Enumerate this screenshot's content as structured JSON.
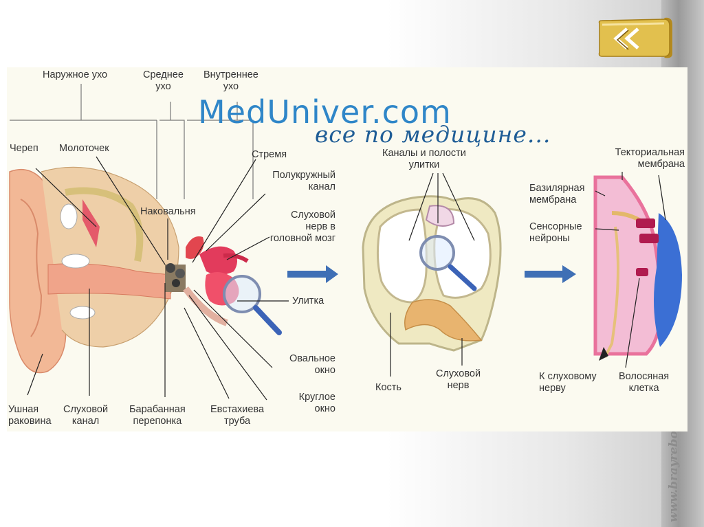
{
  "site": {
    "title": "MedUniver.com",
    "tagline": "все по медицине..."
  },
  "labels": {
    "outer_ear": "Наружное ухо",
    "middle_ear": "Среднее\nухо",
    "inner_ear": "Внутреннее\nухо",
    "skull": "Череп",
    "hammer": "Молоточек",
    "stirrup": "Стремя",
    "semicircular_canal": "Полукружный\nканал",
    "anvil": "Наковальня",
    "auditory_nerve_brain": "Слуховой\nнерв в\nголовной мозг",
    "cochlea": "Улитка",
    "oval_window": "Овальное\nокно",
    "round_window": "Круглое\nокно",
    "auricle": "Ушная\nраковина",
    "ear_canal": "Слуховой\nканал",
    "eardrum": "Барабанная\nперепонка",
    "eustachian_tube": "Евстахиева\nтруба",
    "cochlea_canals": "Каналы и полости\nулитки",
    "bone": "Кость",
    "auditory_nerve": "Слуховой\nнерв",
    "tectorial_membrane": "Текториальная\nмембрана",
    "basilar_membrane": "Базилярная\nмембрана",
    "sensory_neurons": "Сенсорные\nнейроны",
    "to_auditory_nerve": "К слуховому\nнерву",
    "hair_cell": "Волосяная\nклетка"
  },
  "watermark": "www.brayrebo",
  "colors": {
    "title": "#2f86c8",
    "tagline": "#1f5d96",
    "arrow": "#3f6fb5",
    "bone": "#efe9c2",
    "skin": "#f0b89a",
    "membrane_pink": "#e7739d",
    "tectorial_blue": "#3b6fd4",
    "back_button_gold": "#d7b33d"
  }
}
